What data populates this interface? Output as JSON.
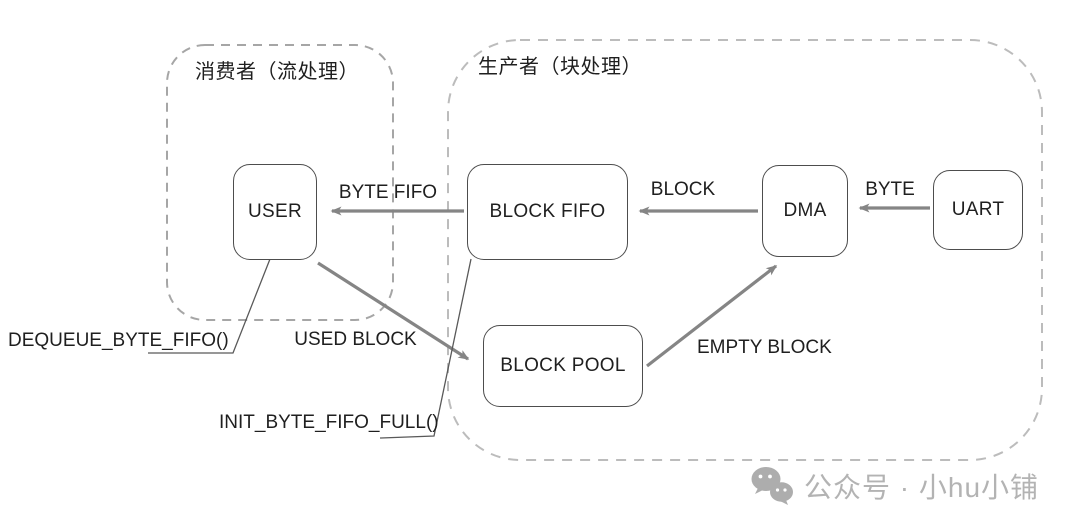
{
  "groups": {
    "consumer": {
      "label": "消费者（流处理）"
    },
    "producer": {
      "label": "生产者（块处理）"
    }
  },
  "nodes": {
    "user": "USER",
    "block_fifo": "BLOCK FIFO",
    "dma": "DMA",
    "uart": "UART",
    "block_pool": "BLOCK POOL"
  },
  "edges": {
    "byte_fifo": "BYTE FIFO",
    "block": "BLOCK",
    "byte": "BYTE",
    "used_block": "USED BLOCK",
    "empty_block": "EMPTY BLOCK"
  },
  "connections": [
    {
      "label": "BYTE FIFO",
      "from": "BLOCK FIFO",
      "to": "USER"
    },
    {
      "label": "BLOCK",
      "from": "DMA",
      "to": "BLOCK FIFO"
    },
    {
      "label": "BYTE",
      "from": "UART",
      "to": "DMA"
    },
    {
      "label": "USED BLOCK",
      "from": "USER",
      "to": "BLOCK POOL"
    },
    {
      "label": "EMPTY BLOCK",
      "from": "BLOCK POOL",
      "to": "DMA"
    }
  ],
  "annotations": {
    "dequeue": {
      "text": "DEQUEUE_BYTE_FIFO()",
      "points_to": "USER"
    },
    "init": {
      "text": "INIT_BYTE_FIFO_FULL()",
      "points_to": "BLOCK FIFO"
    }
  },
  "watermark": {
    "text": "公众号 · 小hu小铺",
    "icon": "wechat-icon"
  },
  "colors": {
    "arrow": "#858585",
    "box_border": "#4d4d4d",
    "group_dash_consumer": "#a6a6a6",
    "group_dash_producer": "#bcbcbc",
    "text": "#1f1f1f",
    "connector_line": "#595959",
    "watermark": "#b3b3b3"
  }
}
